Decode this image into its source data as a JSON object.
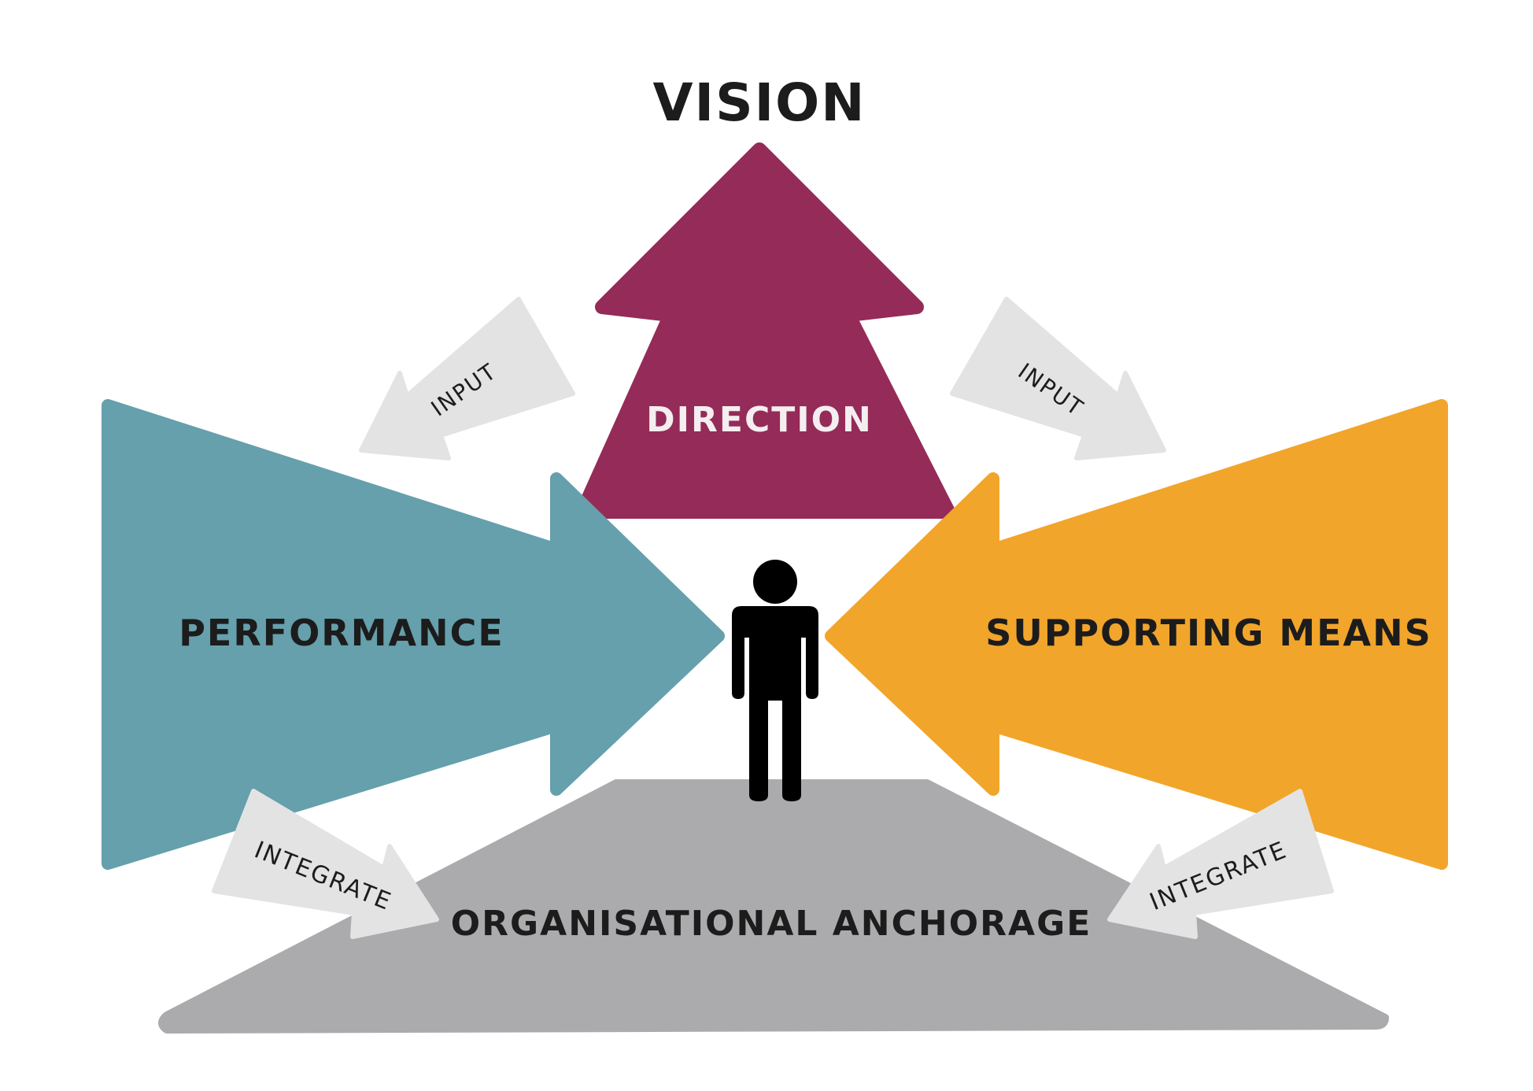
{
  "labels": {
    "vision": "VISION",
    "direction": "DIRECTION",
    "performance": "PERFORMANCE",
    "supporting_means": "SUPPORTING MEANS",
    "organisational_anchorage": "ORGANISATIONAL ANCHORAGE",
    "input_left": "INPUT",
    "input_right": "INPUT",
    "integrate_left": "INTEGRATE",
    "integrate_right": "INTEGRATE"
  },
  "colors": {
    "direction": "#952B58",
    "performance": "#65A0AC",
    "supporting_means": "#F2A52B",
    "anchorage": "#ABABAD",
    "small_arrows": "#E3E3E3",
    "person": "#000000",
    "text_dark": "#1c1c1c",
    "text_light": "#f4eef1"
  },
  "icons": {
    "person": "person-icon"
  }
}
